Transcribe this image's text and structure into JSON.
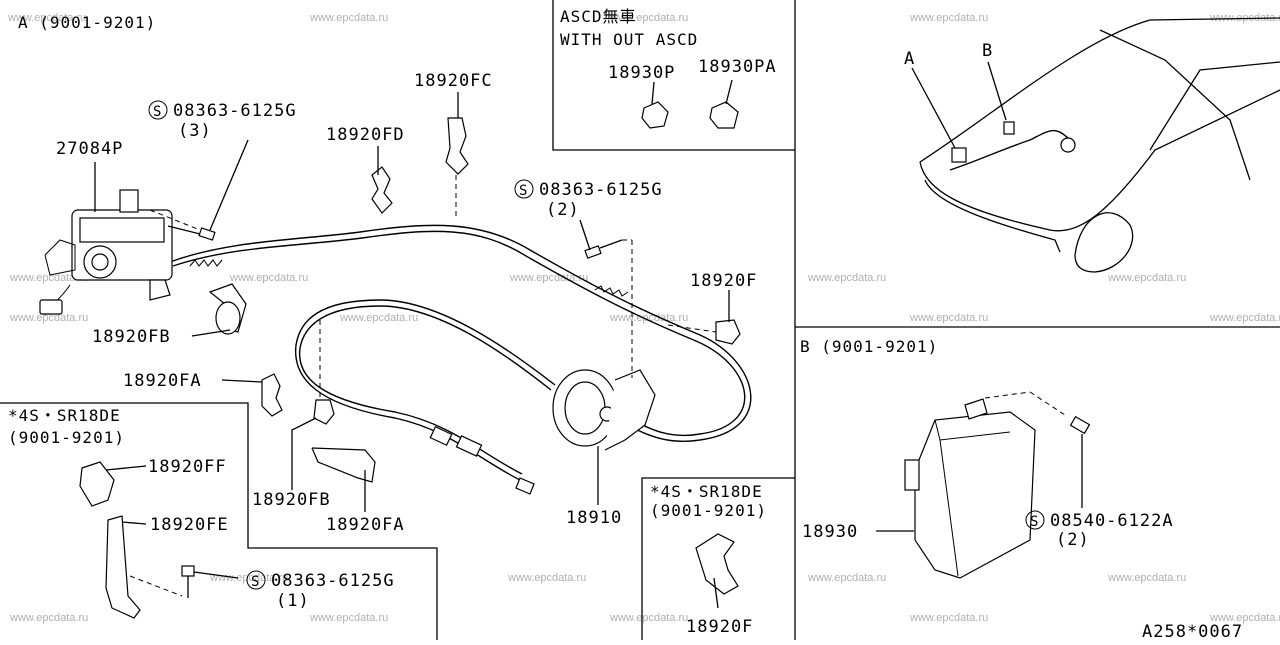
{
  "watermark": "www.epcdata.ru",
  "sections": {
    "main": {
      "title": "A (9001-9201)"
    },
    "ascd": {
      "line1": "ASCD無車",
      "line2": "WITH OUT ASCD"
    },
    "car": {
      "label_a": "A",
      "label_b": "B"
    },
    "b_detail": {
      "title": "B (9001-9201)"
    },
    "sr18de_left": {
      "line1": "*4S・SR18DE",
      "line2": "(9001-9201)"
    },
    "sr18de_right": {
      "line1": "*4S・SR18DE",
      "line2": "(9001-9201)"
    }
  },
  "labels": {
    "p27084p": "27084P",
    "screw_a": "08363-6125G",
    "screw_a_qty": "(3)",
    "p18920fd": "18920FD",
    "p18920fc": "18920FC",
    "screw_b": "08363-6125G",
    "screw_b_qty": "(2)",
    "p18920f_top": "18920F",
    "p18920fb_top": "18920FB",
    "p18920fa_left": "18920FA",
    "p18920fb_bot": "18920FB",
    "p18920fa_bot": "18920FA",
    "p18910": "18910",
    "p18930p": "18930P",
    "p18930pa": "18930PA",
    "p18920ff": "18920FF",
    "p18920fe": "18920FE",
    "screw_c": "08363-6125G",
    "screw_c_qty": "(1)",
    "p18920f_bot": "18920F",
    "p18930": "18930",
    "screw_d": "08540-6122A",
    "screw_d_qty": "(2)",
    "s_mark": "S",
    "diagram_code": "A258*0067"
  }
}
